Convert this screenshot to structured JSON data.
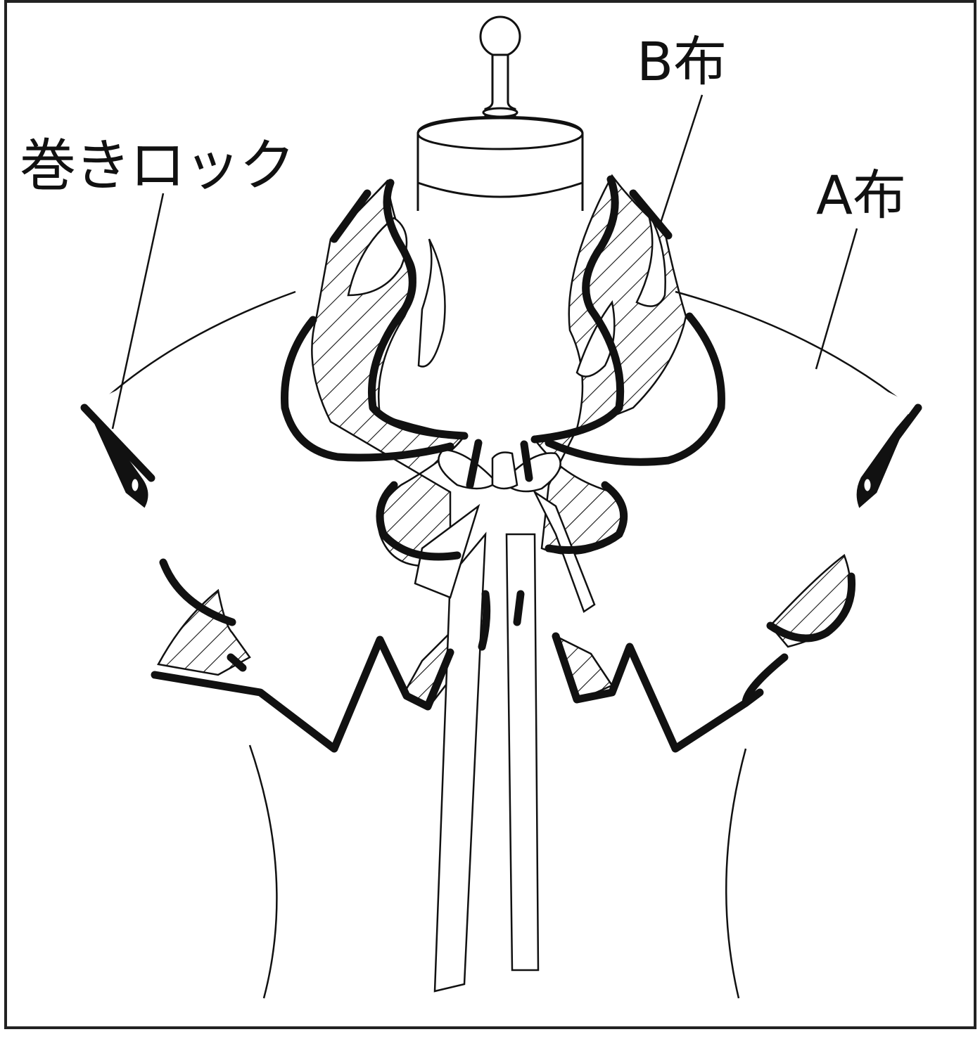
{
  "labels": {
    "rolled_hem": "巻きロック",
    "fabric_b": "B布",
    "fabric_a": "A布"
  },
  "colors": {
    "ink": "#111111",
    "background": "#ffffff"
  }
}
